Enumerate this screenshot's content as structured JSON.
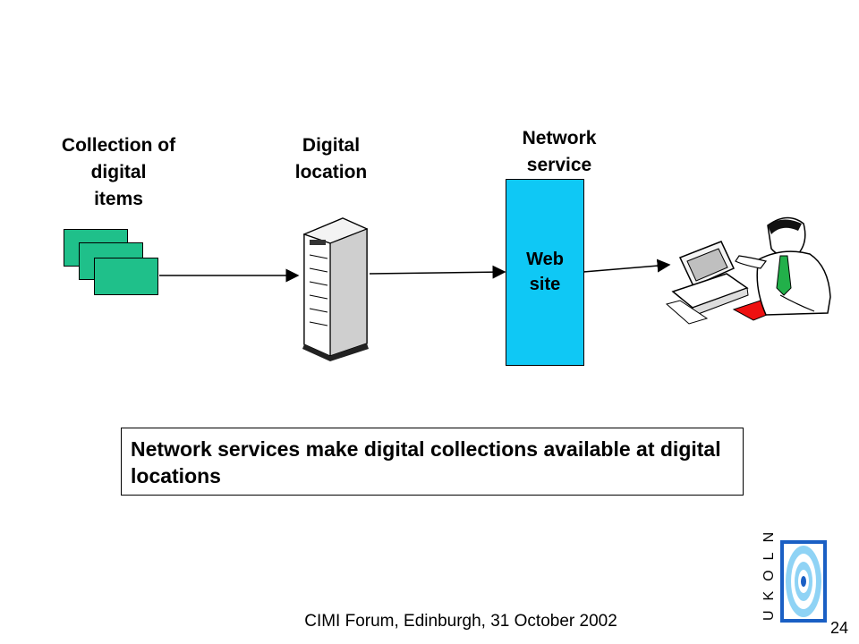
{
  "diagram": {
    "collection_label": "Collection of\ndigital\nitems",
    "location_label": "Digital\nlocation",
    "service_label": "Network\nservice",
    "website_label": "Web\nsite"
  },
  "caption": "Network services make digital collections available at digital locations",
  "footer": {
    "text": "CIMI Forum, Edinburgh, 31 October 2002",
    "page_number": "24"
  },
  "logo": {
    "letters": "UKOLN",
    "colors": {
      "frame": "#1a5fc4",
      "ring": "#8fd3f5"
    }
  },
  "colors": {
    "documents": "#1fc08a",
    "website": "#0fc8f5"
  }
}
